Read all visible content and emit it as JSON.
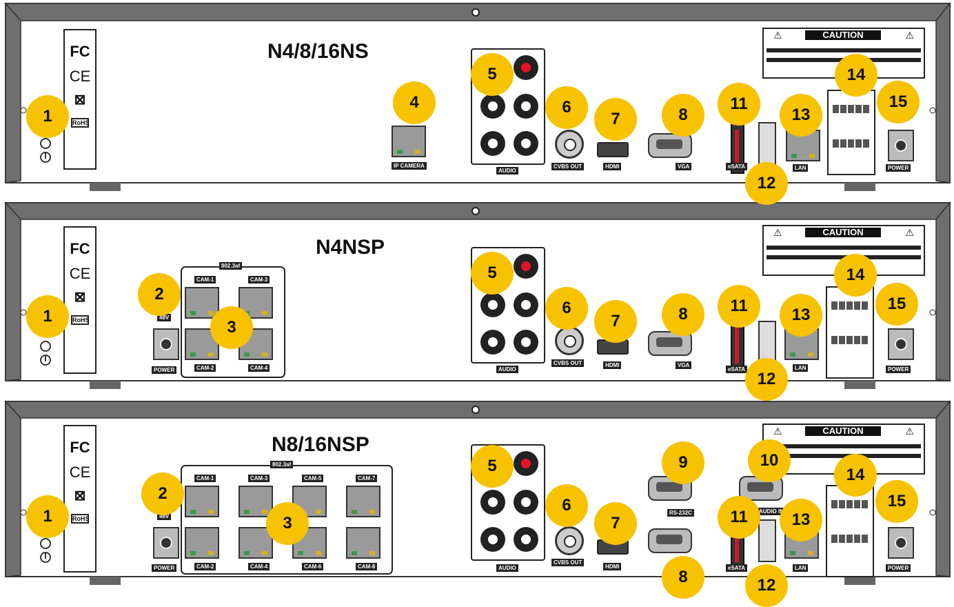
{
  "panels": [
    {
      "model": "N4/8/16NS"
    },
    {
      "model": "N4NSP"
    },
    {
      "model": "N8/16NSP"
    }
  ],
  "labels": {
    "ip_camera": "IP CAMERA",
    "audio": "AUDIO",
    "cvbs_out": "CVBS OUT",
    "hdmi": "HDMI",
    "vga": "VGA",
    "esata": "eSATA",
    "lan": "LAN",
    "power": "POWER",
    "v48": "48V",
    "poe": "802.3af",
    "rs232c": "RS-232C",
    "audio_in": "AUDIO IN",
    "cam1": "CAM-1",
    "cam2": "CAM-2",
    "cam3": "CAM-3",
    "cam4": "CAM-4",
    "cam5": "CAM-5",
    "cam6": "CAM-6",
    "cam7": "CAM-7",
    "cam8": "CAM-8",
    "caution": "CAUTION",
    "fc": "FC",
    "ce": "CE",
    "rohs": "RoHS"
  },
  "colors": {
    "badge": "#f7c200",
    "chassis": "#6f6f6f",
    "red_jack": "#e3132a"
  },
  "callouts": {
    "n1": "1",
    "n2": "2",
    "n3": "3",
    "n4": "4",
    "n5": "5",
    "n6": "6",
    "n7": "7",
    "n8": "8",
    "n9": "9",
    "n10": "10",
    "n11": "11",
    "n12": "12",
    "n13": "13",
    "n14": "14",
    "n15": "15"
  }
}
